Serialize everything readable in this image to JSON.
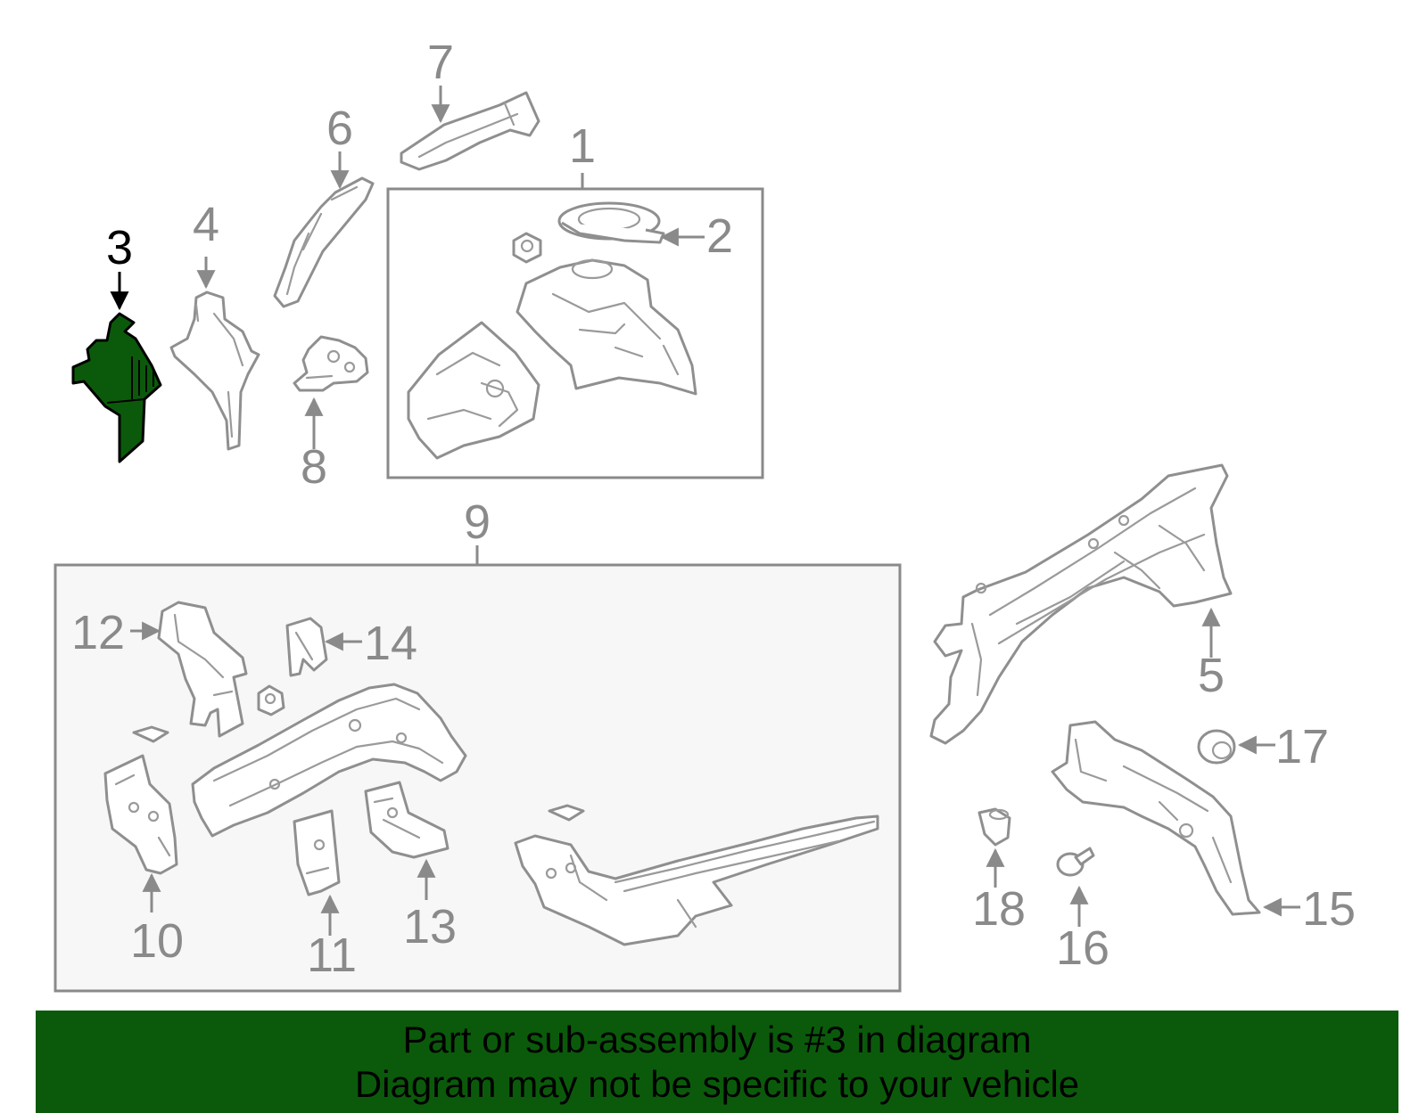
{
  "diagram": {
    "highlighted_part": "3",
    "callouts": [
      "1",
      "2",
      "3",
      "4",
      "5",
      "6",
      "7",
      "8",
      "9",
      "10",
      "11",
      "12",
      "13",
      "14",
      "15",
      "16",
      "17",
      "18"
    ],
    "highlight_color": "#0b5a0b",
    "line_color": "#8a8a8a"
  },
  "banner": {
    "line1": "Part or sub-assembly is #3 in diagram",
    "line2": "Diagram may not be specific to your vehicle"
  }
}
